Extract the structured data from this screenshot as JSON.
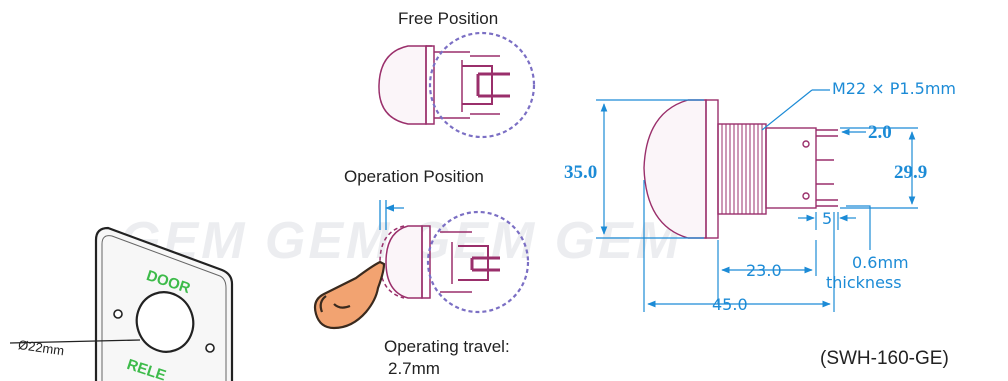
{
  "labels": {
    "free_position": "Free Position",
    "operation_position": "Operation Position",
    "operating_travel_line1": "Operating travel:",
    "operating_travel_line2": "2.7mm",
    "model_code": "(SWH-160-GE)"
  },
  "panel": {
    "text_top": "DOOR",
    "text_bottom": "RELE",
    "hole_dimension": "Ø22mm"
  },
  "dimensions": {
    "thread": "M22 × P1.5mm",
    "height_total": "35.0",
    "body_height": "29.9",
    "terminal_width": "2.0",
    "terminal_spacing": "5",
    "thickness_value": "0.6mm",
    "thickness_label": "thickness",
    "thread_length": "23.0",
    "overall_length": "45.0"
  },
  "watermark": "GEM GEM GEM GEM",
  "colors": {
    "button": "#9a2f6b",
    "dimension": "#1c8bd6",
    "circle": "#7b6fc4",
    "panel_text": "#3dbb4a",
    "hand": "#e8895a"
  }
}
